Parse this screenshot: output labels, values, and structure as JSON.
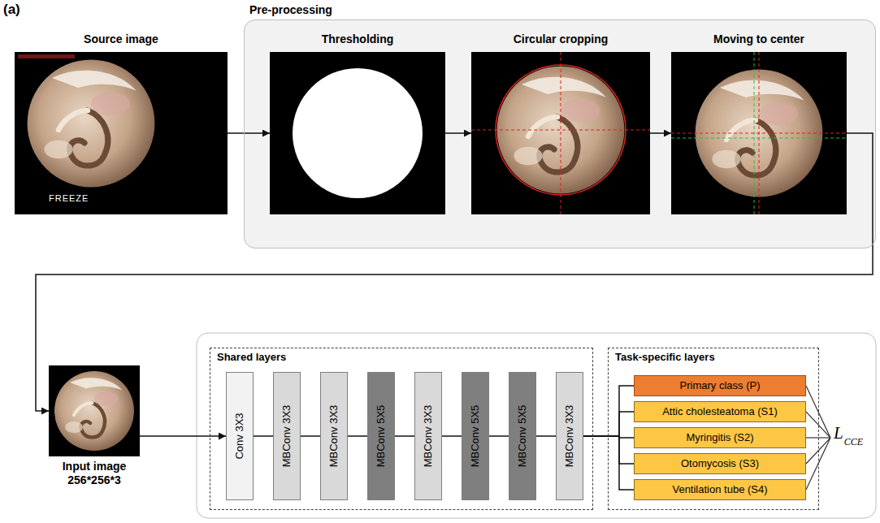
{
  "diagram": {
    "nodes": [
      {
        "text": [
          "Pre-processing"
        ]
      },
      {
        "text": [
          "Source image"
        ]
      },
      {
        "text": [
          "Thresholding"
        ],
        "in": 0
      },
      {
        "text": [
          "Circular cropping"
        ],
        "in": 0
      },
      {
        "text": [
          "Moving to center"
        ],
        "in": 0
      },
      {
        "text": [
          "Input image 256*256*3"
        ]
      },
      {
        "text": [
          "Shared layers"
        ]
      },
      {
        "text": [
          "Conv 3X3"
        ],
        "in": 6
      },
      {
        "text": [
          "MBConv 3X3"
        ],
        "in": 6
      },
      {
        "text": [
          "MBConv 3X3"
        ],
        "in": 6
      },
      {
        "text": [
          "MBConv 5X5"
        ],
        "in": 6
      },
      {
        "text": [
          "MBConv 3X3"
        ],
        "in": 6
      },
      {
        "text": [
          "MBConv 5X5"
        ],
        "in": 6
      },
      {
        "text": [
          "MBConv 5X5"
        ],
        "in": 6
      },
      {
        "text": [
          "MBConv 3X3"
        ],
        "in": 6
      },
      {
        "text": [
          "Task-specific layers"
        ]
      },
      {
        "text": [
          "Primary class (P)"
        ],
        "in": 15
      },
      {
        "text": [
          "Attic cholesteatoma (S1)"
        ],
        "in": 15
      },
      {
        "text": [
          "Myringitis (S2)"
        ],
        "in": 15
      },
      {
        "text": [
          "Otomycosis (S3)"
        ],
        "in": 15
      },
      {
        "text": [
          "Ventilation tube (S4)"
        ],
        "in": 15
      }
    ],
    "edges": [
      {
        "from": 1,
        "to": 2,
        "arrow": "to"
      },
      {
        "from": 2,
        "to": 3,
        "arrow": "to"
      },
      {
        "from": 3,
        "to": 4,
        "arrow": "to"
      },
      {
        "from": 4,
        "to": 5,
        "arrow": "to"
      },
      {
        "from": 5,
        "to": 7,
        "arrow": "to"
      },
      {
        "from": 7,
        "to": 8,
        "arrow": "none"
      },
      {
        "from": 8,
        "to": 9,
        "arrow": "none"
      },
      {
        "from": 9,
        "to": 10,
        "arrow": "none"
      },
      {
        "from": 10,
        "to": 11,
        "arrow": "none"
      },
      {
        "from": 11,
        "to": 12,
        "arrow": "none"
      },
      {
        "from": 12,
        "to": 13,
        "arrow": "none"
      },
      {
        "from": 13,
        "to": 14,
        "arrow": "none"
      },
      {
        "from": 14,
        "to": 16,
        "arrow": "none"
      },
      {
        "from": 14,
        "to": 17,
        "arrow": "none"
      },
      {
        "from": 14,
        "to": 18,
        "arrow": "none"
      },
      {
        "from": 14,
        "to": 19,
        "arrow": "none"
      },
      {
        "from": 14,
        "to": 20,
        "arrow": "none"
      }
    ],
    "labels": [
      "(a)",
      "FREEZE",
      "L",
      "CCE"
    ]
  }
}
